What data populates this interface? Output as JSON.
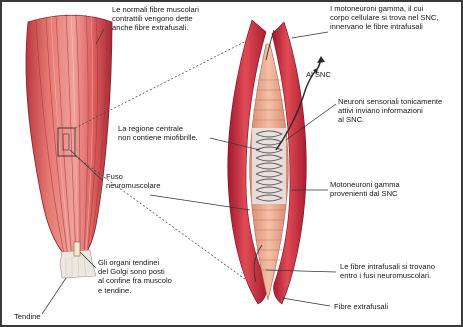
{
  "labels": {
    "fibre_extrafusali_top": [
      "Le normali fibre muscolari",
      "contrattili vengono dette",
      "anche fibre extrafusali."
    ],
    "motoneuroni_gamma_top": [
      "I motoneuroni gamma, il cui",
      "corpo cellulare si trova nel SNC,",
      "innervano le fibre intrafusali"
    ],
    "al_snc": "Al SNC",
    "neuroni_sensoriali": [
      "Neuroni sensoriali tonicamente",
      "attivi inviano informazioni",
      "al SNC."
    ],
    "regione_centrale": [
      "La regione centrale",
      "non contiene miofibrille."
    ],
    "fuso": [
      "Fuso",
      "neuromuscolare"
    ],
    "motoneuroni_gamma_mid": [
      "Motoneuroni gamma",
      "provenienti dal SNC"
    ],
    "organi_tendinei": [
      "Gli organi tendinei",
      "del Golgi sono posti",
      "al confine fra muscolo",
      "e tendine."
    ],
    "fibre_intrafusali": [
      "Le fibre intrafusali si trovano",
      "entro i fusi neuromuscolari."
    ],
    "fibre_extrafusali_bottom": "Fibre extrafusali",
    "tendine": "Tendine"
  },
  "colors": {
    "muscle": "#d9605f",
    "muscle_dark": "#b8383f",
    "muscle_light": "#f0a09a",
    "fiber_red": "#c8243a",
    "spindle_peach": "#e9a58a",
    "nerve_white": "#f4f4f4",
    "tendon": "#e9e4dc",
    "border": "#3a3a3a"
  }
}
